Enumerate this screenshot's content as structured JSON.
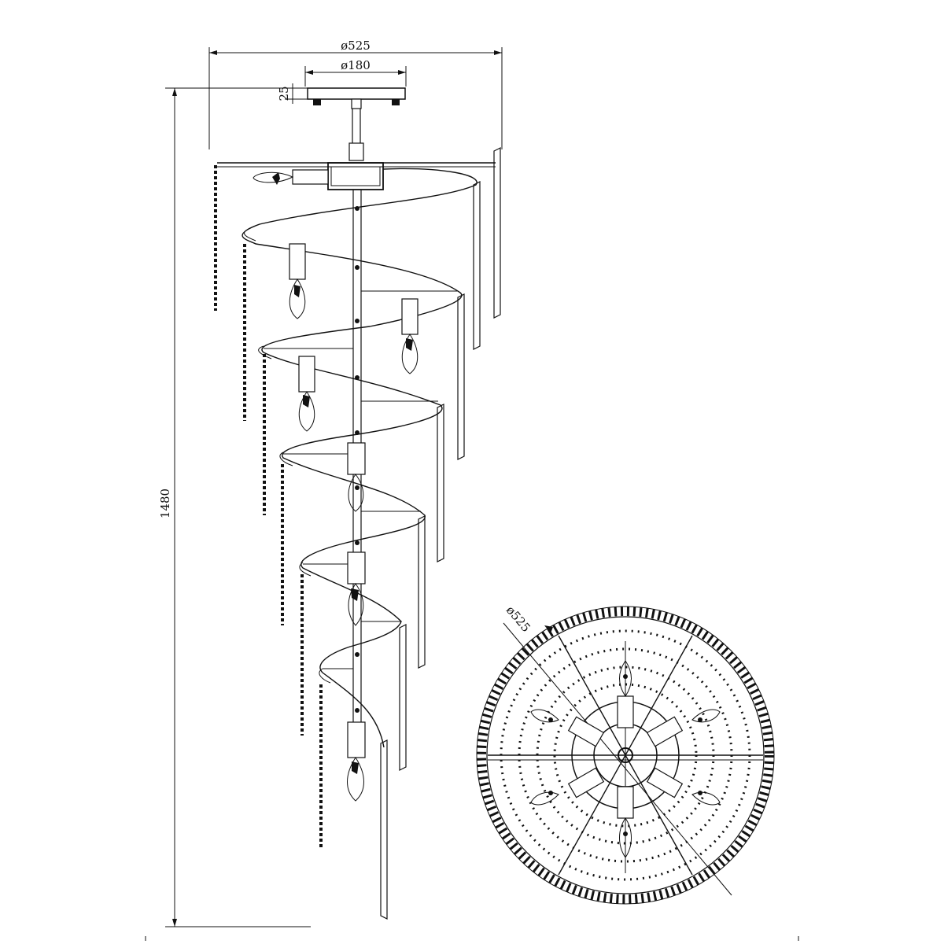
{
  "dimensions": {
    "overall_diameter": "ø525",
    "canopy_diameter": "ø180",
    "canopy_height": "25",
    "overall_height": "1480",
    "plan_diameter": "ø525"
  },
  "views": {
    "side": "elevation",
    "bottom": "plan"
  }
}
